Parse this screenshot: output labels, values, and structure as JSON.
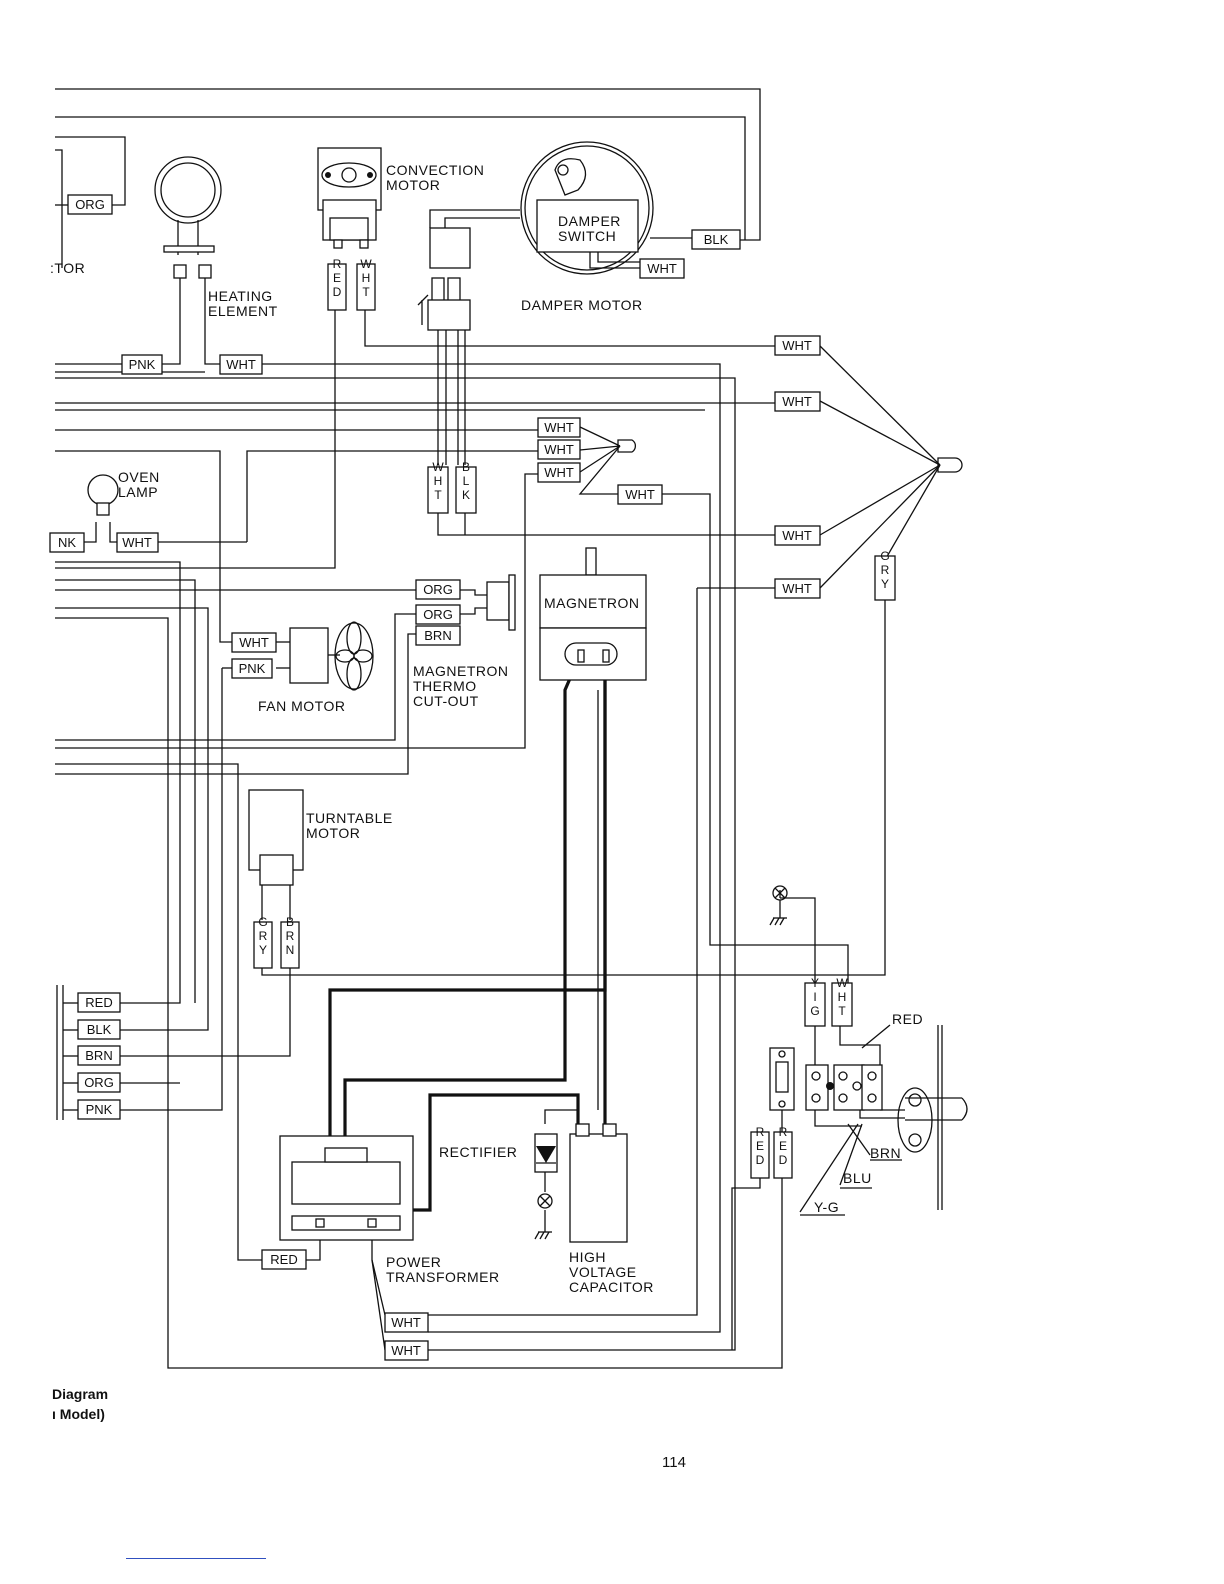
{
  "components": {
    "convection_motor": "CONVECTION\nMOTOR",
    "damper_switch": "DAMPER\nSWITCH",
    "damper_motor": "DAMPER MOTOR",
    "heating_element": "HEATING\nELEMENT",
    "oven_lamp": "OVEN\nLAMP",
    "magnetron": "MAGNETRON",
    "fan_motor": "FAN MOTOR",
    "magnetron_thermo_cutout": "MAGNETRON\nTHERMO\nCUT-OUT",
    "turntable_motor": "TURNTABLE\nMOTOR",
    "rectifier": "RECTIFIER",
    "power_transformer": "POWER\nTRANSFORMER",
    "high_voltage_capacitor": "HIGH\nVOLTAGE\nCAPACITOR",
    "cut_off_motor": ":TOR"
  },
  "wire_tags": [
    {
      "id": "org-top-left",
      "text": "ORG"
    },
    {
      "id": "pnk-heater",
      "text": "PNK"
    },
    {
      "id": "wht-heater",
      "text": "WHT"
    },
    {
      "id": "blk-damper",
      "text": "BLK"
    },
    {
      "id": "wht-damper",
      "text": "WHT"
    },
    {
      "id": "wht-r1",
      "text": "WHT"
    },
    {
      "id": "wht-r2",
      "text": "WHT"
    },
    {
      "id": "wht-mid1",
      "text": "WHT"
    },
    {
      "id": "wht-mid2",
      "text": "WHT"
    },
    {
      "id": "wht-mid3",
      "text": "WHT"
    },
    {
      "id": "wht-mid4",
      "text": "WHT"
    },
    {
      "id": "wht-r3",
      "text": "WHT"
    },
    {
      "id": "wht-r4",
      "text": "WHT"
    },
    {
      "id": "nk-lamp",
      "text": "NK"
    },
    {
      "id": "wht-lamp",
      "text": "WHT"
    },
    {
      "id": "org-thermo1",
      "text": "ORG"
    },
    {
      "id": "org-thermo2",
      "text": "ORG"
    },
    {
      "id": "brn-thermo",
      "text": "BRN"
    },
    {
      "id": "wht-fan",
      "text": "WHT"
    },
    {
      "id": "pnk-fan",
      "text": "PNK"
    },
    {
      "id": "red-left",
      "text": "RED"
    },
    {
      "id": "blk-left",
      "text": "BLK"
    },
    {
      "id": "brn-left",
      "text": "BRN"
    },
    {
      "id": "org-left",
      "text": "ORG"
    },
    {
      "id": "pnk-left",
      "text": "PNK"
    },
    {
      "id": "red-transformer",
      "text": "RED"
    },
    {
      "id": "wht-bottom1",
      "text": "WHT"
    },
    {
      "id": "wht-bottom2",
      "text": "WHT"
    }
  ],
  "vertical_tags": [
    {
      "id": "red-conv",
      "text": "RED"
    },
    {
      "id": "wht-conv",
      "text": "WHT"
    },
    {
      "id": "wht-damper-v",
      "text": "WHT"
    },
    {
      "id": "blk-damper-v",
      "text": "BLK"
    },
    {
      "id": "gry-right",
      "text": "GRY"
    },
    {
      "id": "gry-turn",
      "text": "GRY"
    },
    {
      "id": "brn-turn",
      "text": "BRN"
    },
    {
      "id": "yg-right",
      "text": "YIG"
    },
    {
      "id": "wht-right",
      "text": "WHT"
    },
    {
      "id": "red-plug1",
      "text": "RED"
    },
    {
      "id": "red-plug2",
      "text": "RED"
    }
  ],
  "power_cord": {
    "red": "RED",
    "brn": "BRN",
    "blu": "BLU",
    "yg": "Y-G"
  },
  "caption": {
    "line1": "Diagram",
    "line2": "ı Model)"
  },
  "page_number": "114"
}
